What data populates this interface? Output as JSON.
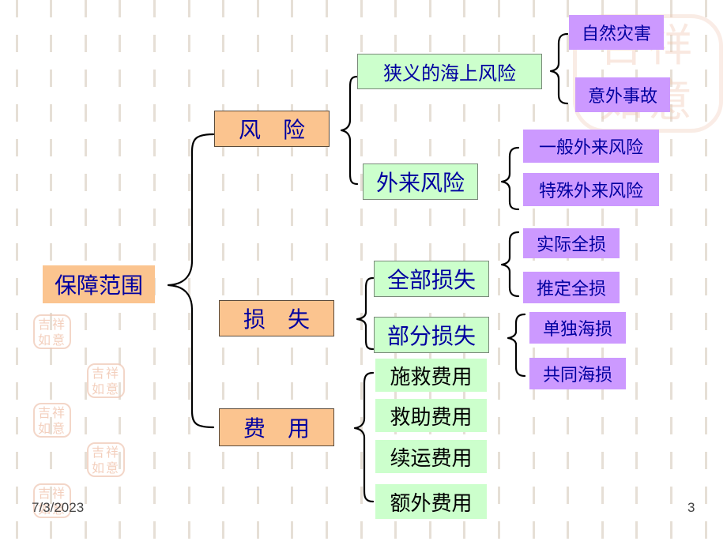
{
  "root": "保障范围",
  "branches": {
    "risk": {
      "label": "风　险",
      "narrow": {
        "label": "狭义的海上风险",
        "items": [
          "自然灾害",
          "意外事故"
        ]
      },
      "external": {
        "label": "外来风险",
        "items": [
          "一般外来风险",
          "特殊外来风险"
        ]
      }
    },
    "loss": {
      "label": "损　失",
      "total": {
        "label": "全部损失",
        "items": [
          "实际全损",
          "推定全损"
        ]
      },
      "partial": {
        "label": "部分损失",
        "items": [
          "单独海损",
          "共同海损"
        ]
      }
    },
    "expense": {
      "label": "费　用",
      "items": [
        "施救费用",
        "救助费用",
        "续运费用",
        "额外费用"
      ]
    }
  },
  "footer": {
    "date": "7/3/2023",
    "page": "3"
  }
}
